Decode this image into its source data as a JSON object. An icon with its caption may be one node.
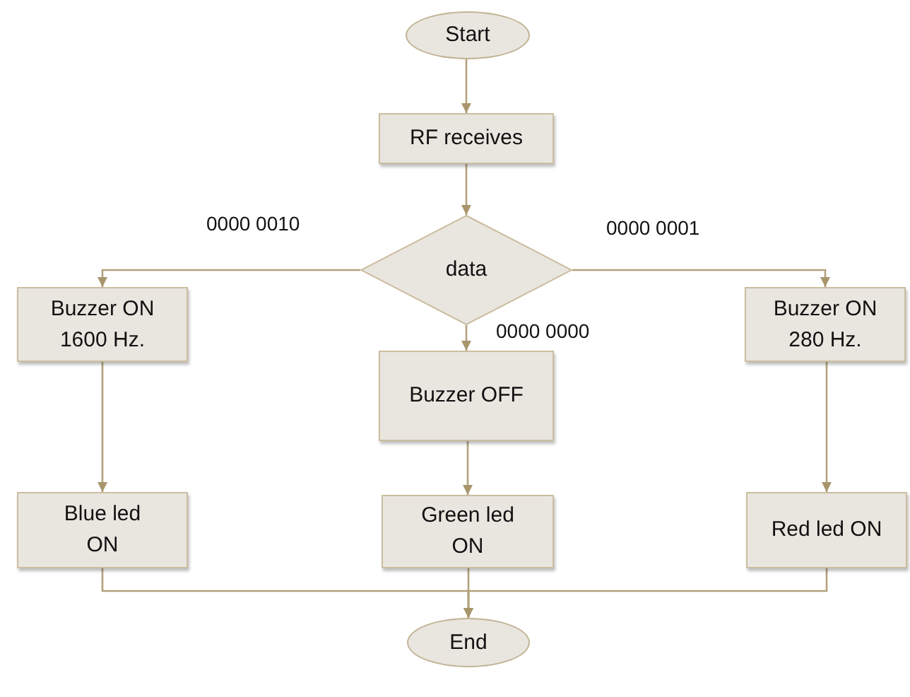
{
  "diagram": {
    "nodes": [
      {
        "text": [
          "Start"
        ]
      },
      {
        "text": [
          "RF receives"
        ]
      },
      {
        "text": [
          "data"
        ]
      },
      {
        "text": [
          "Buzzer ON 1600 Hz."
        ]
      },
      {
        "text": [
          "Buzzer OFF"
        ]
      },
      {
        "text": [
          "Buzzer ON 280 Hz."
        ]
      },
      {
        "text": [
          "Blue led ON"
        ]
      },
      {
        "text": [
          "Green led ON"
        ]
      },
      {
        "text": [
          "Red led ON"
        ]
      },
      {
        "text": [
          "End"
        ]
      }
    ],
    "edges": [
      {
        "from": 0,
        "to": 1,
        "arrow": "to"
      },
      {
        "from": 1,
        "to": 2,
        "arrow": "to"
      },
      {
        "from": 2,
        "to": 3,
        "arrow": "to",
        "label": "0000 0010"
      },
      {
        "from": 2,
        "to": 4,
        "arrow": "to",
        "label": "0000 0000"
      },
      {
        "from": 2,
        "to": 5,
        "arrow": "to",
        "label": "0000 0001"
      },
      {
        "from": 3,
        "to": 6,
        "arrow": "to"
      },
      {
        "from": 4,
        "to": 7,
        "arrow": "to"
      },
      {
        "from": 5,
        "to": 8,
        "arrow": "to"
      },
      {
        "from": 6,
        "to": 9,
        "arrow": "to"
      },
      {
        "from": 7,
        "to": 9,
        "arrow": "to"
      },
      {
        "from": 8,
        "to": 9,
        "arrow": "to"
      }
    ]
  }
}
